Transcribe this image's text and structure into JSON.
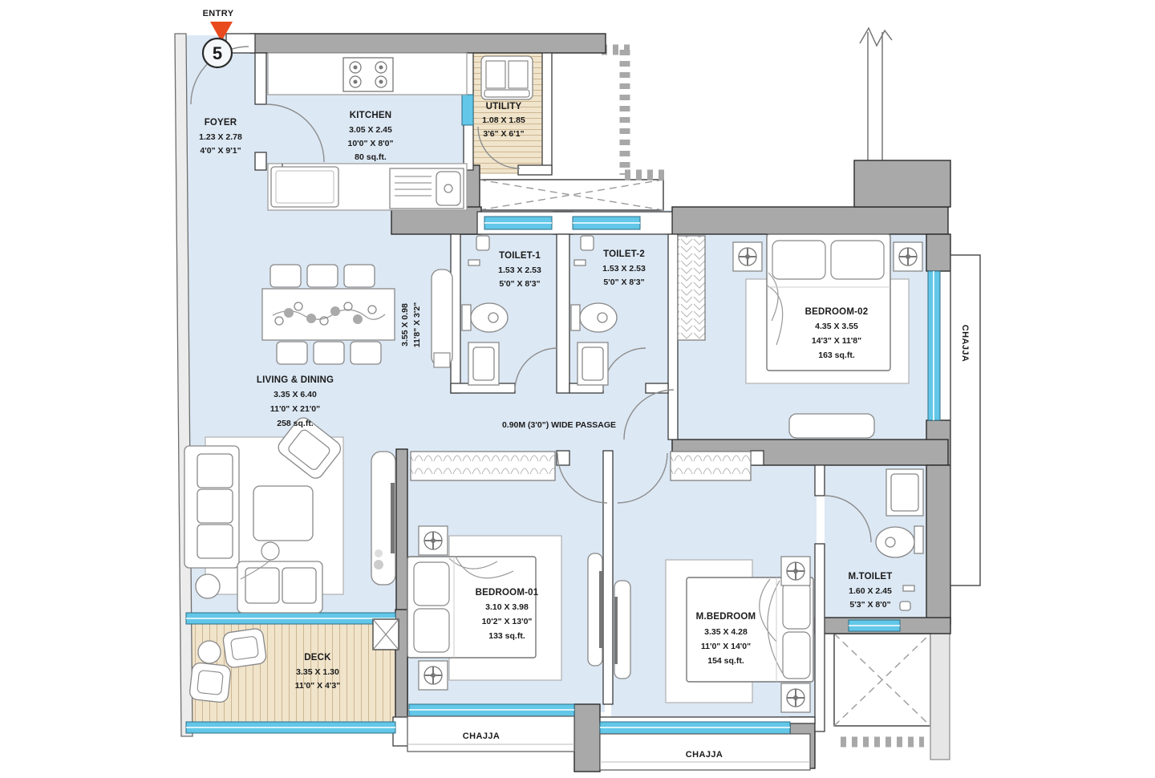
{
  "plan": {
    "entry": {
      "label": "ENTRY",
      "unit_number": "5"
    },
    "rooms": {
      "foyer": {
        "name": "FOYER",
        "dim_m": "1.23 X 2.78",
        "dim_ft": "4'0\" X 9'1\""
      },
      "kitchen": {
        "name": "KITCHEN",
        "dim_m": "3.05 X 2.45",
        "dim_ft": "10'0\" X 8'0\"",
        "area": "80 sq.ft."
      },
      "utility": {
        "name": "UTILITY",
        "dim_m": "1.08 X 1.85",
        "dim_ft": "3'6\" X 6'1\""
      },
      "toilet1": {
        "name": "TOILET-1",
        "dim_m": "1.53 X 2.53",
        "dim_ft": "5'0\" X 8'3\""
      },
      "toilet2": {
        "name": "TOILET-2",
        "dim_m": "1.53 X 2.53",
        "dim_ft": "5'0\" X 8'3\""
      },
      "bedroom2": {
        "name": "BEDROOM-02",
        "dim_m": "4.35 X 3.55",
        "dim_ft": "14'3\" X 11'8\"",
        "area": "163 sq.ft."
      },
      "living_dining": {
        "name": "LIVING & DINING",
        "dim_m": "3.35 X 6.40",
        "dim_ft": "11'0\" X 21'0\"",
        "area": "258 sq.ft."
      },
      "bedroom1": {
        "name": "BEDROOM-01",
        "dim_m": "3.10 X 3.98",
        "dim_ft": "10'2\" X 13'0\"",
        "area": "133 sq.ft."
      },
      "master_bedroom": {
        "name": "M.BEDROOM",
        "dim_m": "3.35 X 4.28",
        "dim_ft": "11'0\" X 14'0\"",
        "area": "154 sq.ft."
      },
      "master_toilet": {
        "name": "M.TOILET",
        "dim_m": "1.60 X 2.45",
        "dim_ft": "5'3\" X 8'0\""
      },
      "deck": {
        "name": "DECK",
        "dim_m": "3.35 X 1.30",
        "dim_ft": "11'0\" X 4'3\""
      }
    },
    "passage": {
      "label": "0.90M (3'0\") WIDE PASSAGE",
      "dim_m": "3.55 X 0.98",
      "dim_ft": "11'8\" X 3'2\""
    },
    "chajja_right": "CHAJJA",
    "chajja_bottom_1": "CHAJJA",
    "chajja_bottom_2": "CHAJJA",
    "colors": {
      "floor": "#dce8f4",
      "deck_floor": "#f0e4cb",
      "wall": "#a9a9a9",
      "glass": "#62c7e8",
      "entry_arrow": "#e8491d",
      "text": "#1b1b1b"
    }
  }
}
